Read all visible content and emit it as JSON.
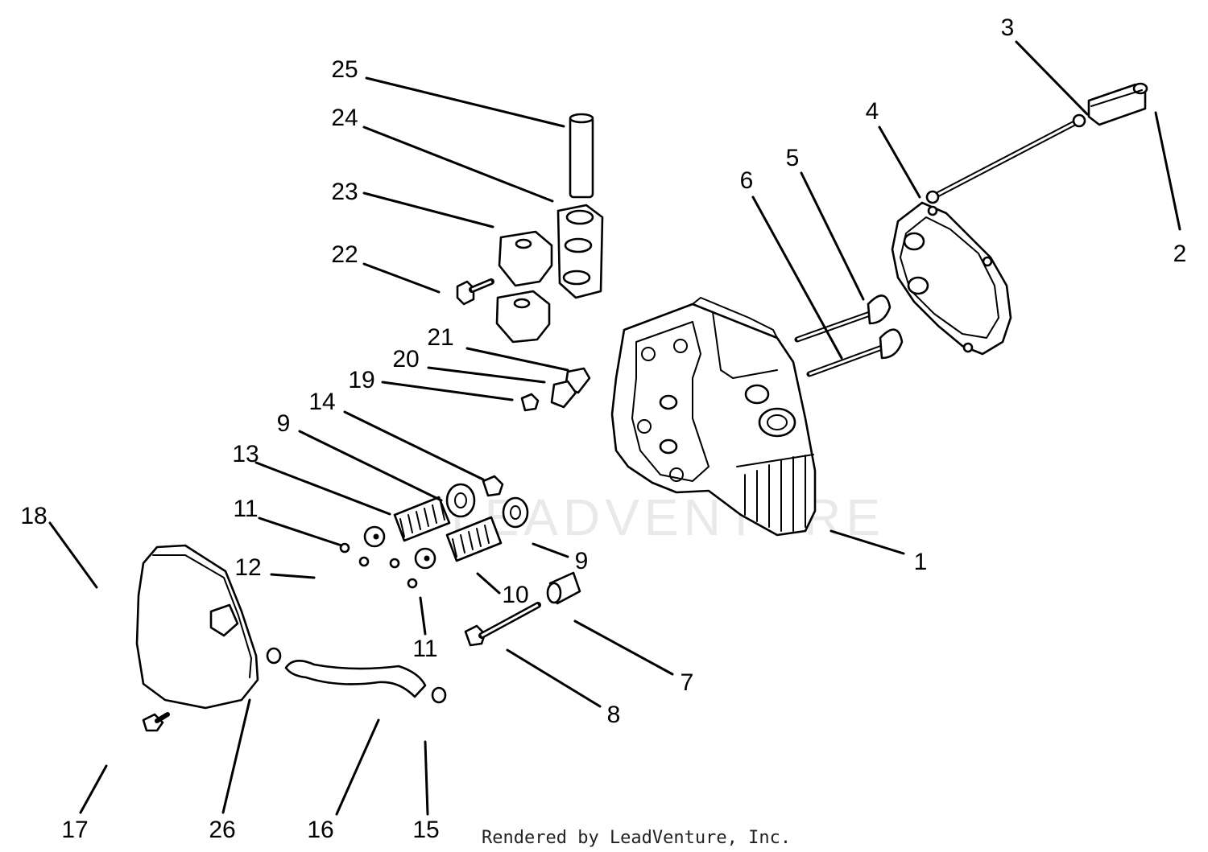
{
  "callouts": [
    {
      "id": "1",
      "label": "1"
    },
    {
      "id": "2",
      "label": "2"
    },
    {
      "id": "3",
      "label": "3"
    },
    {
      "id": "4",
      "label": "4"
    },
    {
      "id": "5",
      "label": "5"
    },
    {
      "id": "6",
      "label": "6"
    },
    {
      "id": "7",
      "label": "7"
    },
    {
      "id": "8",
      "label": "8"
    },
    {
      "id": "9a",
      "label": "9"
    },
    {
      "id": "9b",
      "label": "9"
    },
    {
      "id": "10",
      "label": "10"
    },
    {
      "id": "11a",
      "label": "11"
    },
    {
      "id": "11b",
      "label": "11"
    },
    {
      "id": "12",
      "label": "12"
    },
    {
      "id": "13",
      "label": "13"
    },
    {
      "id": "14",
      "label": "14"
    },
    {
      "id": "15",
      "label": "15"
    },
    {
      "id": "16",
      "label": "16"
    },
    {
      "id": "17",
      "label": "17"
    },
    {
      "id": "18",
      "label": "18"
    },
    {
      "id": "19",
      "label": "19"
    },
    {
      "id": "20",
      "label": "20"
    },
    {
      "id": "21",
      "label": "21"
    },
    {
      "id": "22",
      "label": "22"
    },
    {
      "id": "23",
      "label": "23"
    },
    {
      "id": "24",
      "label": "24"
    },
    {
      "id": "25",
      "label": "25"
    },
    {
      "id": "26",
      "label": "26"
    }
  ],
  "credit": "Rendered by LeadVenture, Inc.",
  "watermark": "LEADVENTURE",
  "colors": {
    "ink": "#000000",
    "background": "#ffffff",
    "watermark": "#e9e9e9"
  }
}
